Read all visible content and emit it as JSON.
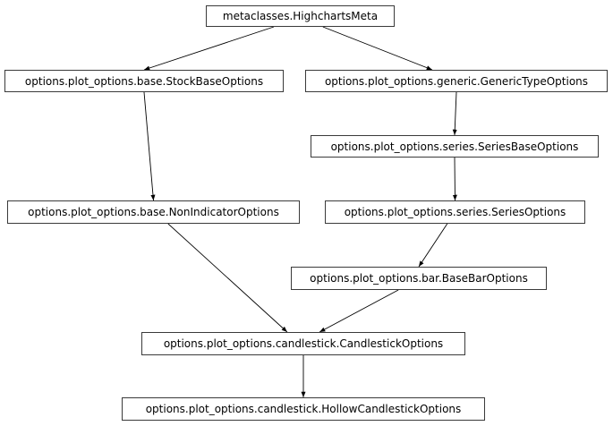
{
  "diagram": {
    "nodes": {
      "meta": "metaclasses.HighchartsMeta",
      "stock_base": "options.plot_options.base.StockBaseOptions",
      "generic_type": "options.plot_options.generic.GenericTypeOptions",
      "series_base": "options.plot_options.series.SeriesBaseOptions",
      "non_indicator": "options.plot_options.base.NonIndicatorOptions",
      "series": "options.plot_options.series.SeriesOptions",
      "base_bar": "options.plot_options.bar.BaseBarOptions",
      "candlestick": "options.plot_options.candlestick.CandlestickOptions",
      "hollow_candlestick": "options.plot_options.candlestick.HollowCandlestickOptions"
    },
    "edges": [
      {
        "from": "meta",
        "to": "stock_base"
      },
      {
        "from": "meta",
        "to": "generic_type"
      },
      {
        "from": "generic_type",
        "to": "series_base"
      },
      {
        "from": "stock_base",
        "to": "non_indicator"
      },
      {
        "from": "series_base",
        "to": "series"
      },
      {
        "from": "series",
        "to": "base_bar"
      },
      {
        "from": "non_indicator",
        "to": "candlestick"
      },
      {
        "from": "base_bar",
        "to": "candlestick"
      },
      {
        "from": "candlestick",
        "to": "hollow_candlestick"
      }
    ],
    "colors": {
      "edge": "#000000",
      "node_border": "#3a3a3a",
      "background": "#ffffff"
    }
  }
}
